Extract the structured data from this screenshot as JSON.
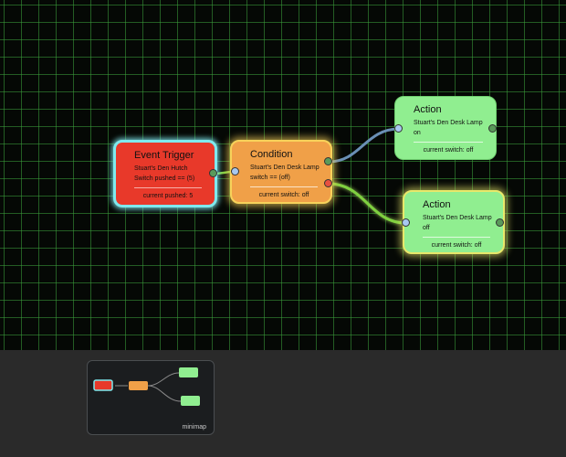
{
  "nodes": {
    "trigger": {
      "title": "Event Trigger",
      "device": "Stuart's Den Hutch",
      "condition": "Switch pushed == (5)",
      "status": "current pushed: 5"
    },
    "condition": {
      "title": "Condition",
      "device": "Stuart's Den Desk Lamp",
      "condition": "switch == (off)",
      "status": "current switch: off"
    },
    "action_on": {
      "title": "Action",
      "device": "Stuart's Den Desk Lamp",
      "command": "on",
      "status": "current switch: off"
    },
    "action_off": {
      "title": "Action",
      "device": "Stuart's Den Desk Lamp",
      "command": "off",
      "status": "current switch: off"
    }
  },
  "minimap": {
    "label": "minimap"
  },
  "colors": {
    "trigger": "#e8392a",
    "condition": "#f0a048",
    "action": "#90ee90",
    "port_input": "#a8c8f0",
    "port_output": "#5a9a5a",
    "port_false": "#e85040",
    "wire_true": "#6a8fb5",
    "wire_false": "#7fd040",
    "selection": "#7fe9ee"
  }
}
